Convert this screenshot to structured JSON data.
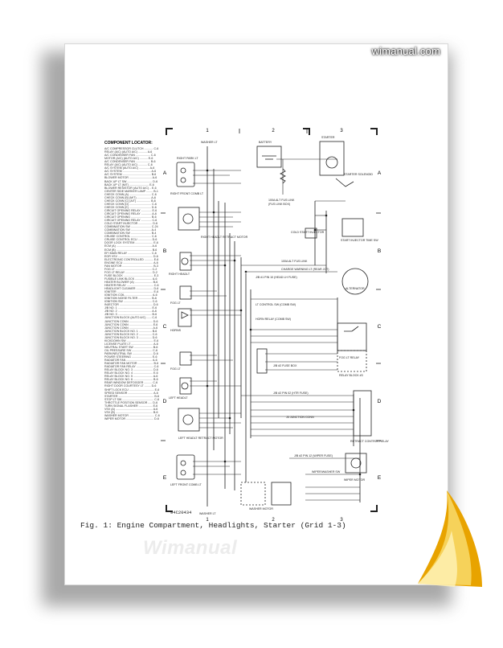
{
  "brand": "wimanual.com",
  "watermark": "Wimanual",
  "caption": "Fig. 1:  Engine Compartment, Headlights, Starter (Grid 1-3)",
  "doc_number": "94C20434",
  "grid": {
    "columns": [
      "1",
      "2",
      "3"
    ],
    "rows": [
      "A",
      "B",
      "C",
      "D",
      "E"
    ]
  },
  "locator": {
    "title": "COMPONENT LOCATOR:",
    "rows": [
      "A/C COMPRESSOR CLUTCH ........... C-6",
      "RELAY (A/C) (AUTO A/C) ........... A-6",
      "A/C CONDENSER FAN .................. C-6",
      "MOTOR (A/C) (AUTO A/C) .......... E-6",
      "A/C CONDENSER FAN .................. B-6",
      "RELAY (A/C) (AUTO A/C) ........... C-6",
      "A/C SYSTEM (AUTO A/C) ............. A-6",
      "A/C SYSTEM ................................... A-6",
      "A/C SYSTEM ................................... B-6",
      "BLOWER MOTOR ............................ A-6",
      "BACK UP LT SW ............................... D-6",
      "BACK UP LT (M/T) ........................ E-6",
      "BLOWER RESISTOR (AUTO A/C) .. E-6",
      "CENTER SIDE MARKER LAMP ........ B-1",
      "CHECK CONN (A) ........................... C-6",
      "CHECK CONN (B) (M/T) ................. A-6",
      "CHECK CONN (C) (A/T) ................. B-6",
      "CHECK CONN (D) ........................... C-6",
      "CHECK CONN (E) ........................... D-6",
      "CIRCUIT OPENING RELAY ............. E-6",
      "CIRCUIT OPENING RELAY ............. A-6",
      "CIRCUIT OPENING ......................... B-6",
      "CIRCUIT OPENING RELAY ............. C-6",
      "COLD START INJECTOR ................. D-6",
      "COMBINATION SW ......................... C-24",
      "COMBINATION SW ......................... A-4",
      "COMBINATION SW ......................... B-4",
      "CRUISE CONTROL ......................... C-6",
      "CRUISE CONTROL ECU ................. D-6",
      "DOOR LOCK SYSTEM ...................... E-6",
      "ECM (A) ............................................ A-6",
      "ECM (B) ............................................ B-6",
      "EFI MAIN RELAY ............................. C-6",
      "EGR VSV ........................................... D-6",
      "ELECTRONIC CONTROLLED ........... E-6",
      "ENGINE ECU ..................................... A-6",
      "FAN MOTOR ...................................... B-3",
      "FOG LT ............................................. C-2",
      "FOG LT RELAY ................................. D-2",
      "FUSE BLOCK ..................................... E-3",
      "FUSIBLE LINK BLOCK ..................... A-6",
      "HEATER BLOWER (A) ...................... B-6",
      "HEATER RELAY ................................. C-6",
      "HEADLIGHT CLEANER ..................... D-6",
      "IGNITER ............................................. E-6",
      "IGNITION COIL ................................. A-6",
      "IGNITION NOISE FILTER ................ B-6",
      "IGNITION SW ................................... C-6",
      "INJECTOR ......................................... D-6",
      "J/B NO. 1 .......................................... E-6",
      "J/B NO. 2 .......................................... A-6",
      "J/B NO. 3 .......................................... B-6",
      "JUNCTION BLOCK (AUTO A/C) ...... C-6",
      "JUNCTION CONN ............................. D-6",
      "JUNCTION CONN ............................. E-6",
      "JUNCTION CONN ............................. A-6",
      "JUNCTION BLOCK NO. 1 ................ B-6",
      "JUNCTION BLOCK NO. 2 ................ C-6",
      "JUNCTION BLOCK NO. 3 ................ D-6",
      "KICKDOWN SW ................................. E-6",
      "LICENSE PLATE LT ........................... A-6",
      "NEUTRAL START SW ....................... B-6",
      "OIL PRESSURE SW ......................... C-6",
      "PARK/NEUTRAL SW ......................... D-6",
      "POWER STEERING ......................... E-6",
      "RADIATOR FAN ................................ A-6",
      "RADIATOR FAN MOTOR ................... B-6",
      "RADIATOR FAN RELAY ..................... C-6",
      "RELAY BLOCK NO. 3 ........................ D-6",
      "RELAY BLOCK NO. 4 ........................ E-6",
      "RELAY BLOCK NO. 5 ........................ A-6",
      "RELAY BLOCK NO. 6 ........................ B-6",
      "REAR WINDOW DEFOGGER .......... C-6",
      "RIGHT DOOR COURTESY LT ........ D-6",
      "SHIFT LOCK ECU ............................... E-6",
      "SPEED SENSOR ............................... A-6",
      "STARTER ............................................ B-6",
      "STOP LT SW ....................................... C-6",
      "THROTTLE POSITION SENSOR ..... D-6",
      "TURN SIGNAL FLASHER ................. E-6",
      "VSV (A) .............................................. A-6",
      "VSV (B) .............................................. B-6",
      "WASHER MOTOR ............................... C-6",
      "WIPER MOTOR .................................. D-6"
    ]
  },
  "labels": {
    "right_park_lt": "RIGHT PARK LT",
    "right_front_comb_lt": "RIGHT FRONT COMB LT",
    "right_headlt_retract": "RIGHT HEADLT RETRACT MOTOR",
    "right_headlt": "RIGHT HEADLT",
    "fog_lt_r": "FOG LT",
    "horns": "HORNS",
    "fog_lt_l": "FOG LT",
    "left_headlt": "LEFT HEADLT",
    "left_headlt_retract": "LEFT HEADLT RETRACT MOTOR",
    "left_front_comb_lt": "LEFT FRONT COMB LT",
    "washer_lt_top": "WASHER LT",
    "washer_lt_bottom": "WASHER LT",
    "battery": "BATTERY",
    "starter": "STARTER",
    "fusible_link": "100A ALT FUS LINK",
    "fusible_link_sub": "(FUS LINK BOX)",
    "starter_solenoid": "STARTER SOLENOID",
    "start_injector": "START INJECTOR TIME SW",
    "cold_start_injector": "COLD START INJECTOR",
    "alternator": "ALTERNATOR",
    "fog_lt_relay": "FOG LT RELAY",
    "relay_block": "RELAY BLOCK #3",
    "retract_relay": "RETRACT CONTROL RELAY",
    "wiper_motor": "WIPER MOTOR",
    "washer_motor": "WASHER MOTOR",
    "wiper_washer_sw": "WIPER/WASHER SW",
    "j_b_fusebox": "J/B #2 FUSE BOX",
    "headlight_fuse": "J/B #1 PIN 10 (HEAD LH FUSE)",
    "lt_control_sw": "LT CONTROL SW (COMB SW)",
    "horn_relay": "HORN RELAY (COMB SW)",
    "charge_warning": "CHARGE WARNING LT (REAR JCT)",
    "j_junction": "J5 JUNCTION CONN",
    "alt_fus_link": "100A ALT FUS LINK",
    "headlt_dim": "J/B #2 PIN 02 (HTR FUSE)",
    "wiper_fuse": "J/B #2 PIN 12 (WIPER FUSE)"
  }
}
